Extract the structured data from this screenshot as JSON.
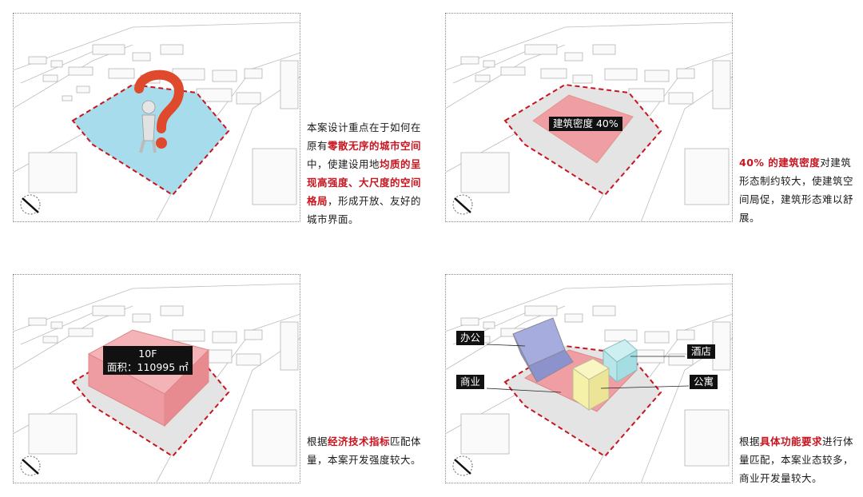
{
  "panel1": {
    "text": [
      {
        "t": "本案设计重点在于如何在原有",
        "hl": false
      },
      {
        "t": "零散无序的城市空间",
        "hl": true
      },
      {
        "t": "中，使建设用地",
        "hl": false
      },
      {
        "t": "均质的呈现高强度、大尺度的空间格局",
        "hl": true
      },
      {
        "t": "，形成开放、友好的城市界面。",
        "hl": false
      }
    ]
  },
  "panel2": {
    "label": "建筑密度 40%",
    "text": [
      {
        "t": "40% 的建筑密度",
        "hl": true
      },
      {
        "t": "对建筑形态制约较大，使建筑空间局促，建筑形态难以舒展。",
        "hl": false
      }
    ]
  },
  "panel3": {
    "label_floors": "10F",
    "label_area": "面积：110995 ㎡",
    "text": [
      {
        "t": "根据",
        "hl": false
      },
      {
        "t": "经济技术指标",
        "hl": true
      },
      {
        "t": "匹配体量，本案开发强度较大。",
        "hl": false
      }
    ]
  },
  "panel4": {
    "labels": {
      "office": "办公",
      "commercial": "商业",
      "hotel": "酒店",
      "apartment": "公寓"
    },
    "text": [
      {
        "t": "根据",
        "hl": false
      },
      {
        "t": "具体功能要求",
        "hl": true
      },
      {
        "t": "进行体量匹配，本案业态较多，商业开发量较大。",
        "hl": false
      }
    ]
  },
  "colors": {
    "accent_red": "#c8151f",
    "site_blue": "#a6dceb",
    "mass_pink": "#ef9fa4",
    "office_purple": "#a7acdf",
    "hotel_cyan": "#b6e6ea",
    "apartment_yellow": "#f6f1a8"
  }
}
